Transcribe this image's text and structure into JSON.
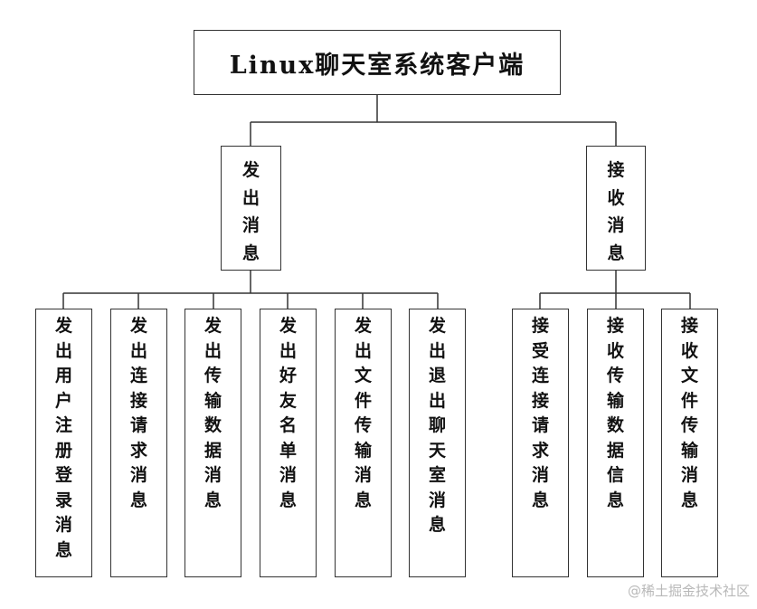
{
  "root": {
    "label": "Linux聊天室系统客户端"
  },
  "branches": [
    {
      "label": "发出消息",
      "children": [
        "发出用户注册登录消息",
        "发出连接请求消息",
        "发出传输数据消息",
        "发出好友名单消息",
        "发出文件传输消息",
        "发出退出聊天室消息"
      ]
    },
    {
      "label": "接收消息",
      "children": [
        "接受连接请求消息",
        "接收传输数据信息",
        "接收文件传输消息"
      ]
    }
  ],
  "watermark": "@稀土掘金技术社区"
}
